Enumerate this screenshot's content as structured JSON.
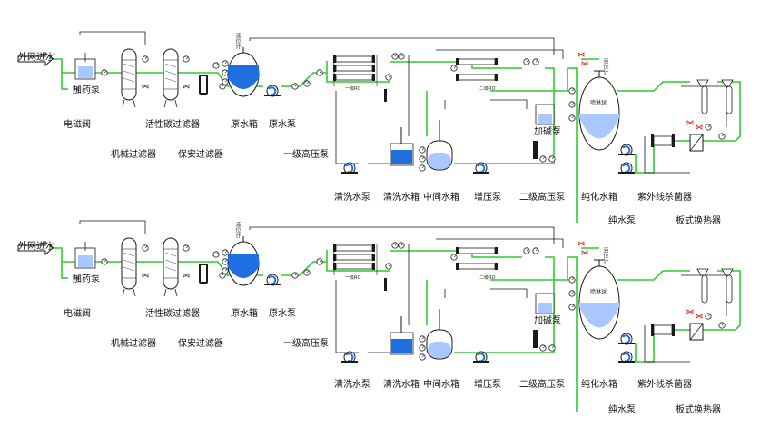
{
  "colors": {
    "pipe_green": "#2ecc2e",
    "line_black": "#1a1a1a",
    "water_blue": "#1f6fe0",
    "water_light": "#a9c8ff",
    "valve_red": "#e02020"
  },
  "labels": {
    "inlet": "外网进水",
    "dosing_pump": "加药泵",
    "solenoid_valve": "电磁阀",
    "mechanical_filter": "机械过滤器",
    "carbon_filter": "活性碳过滤器",
    "security_filter": "保安过滤器",
    "raw_tank": "原水箱",
    "raw_pump": "原水泵",
    "hp_pump_1": "一级高压泵",
    "rinse_pump": "清洗水泵",
    "rinse_tank": "清洗水箱",
    "mid_tank": "中间水箱",
    "booster_pump": "增压泵",
    "hp_pump_2": "二级高压泵",
    "alkali_pump": "加碱泵",
    "pure_tank": "纯化水箱",
    "pure_pump": "纯水泵",
    "uv_sterilizer": "紫外线杀菌器",
    "plate_exchanger": "板式换热器",
    "ro1": "一级RO",
    "ro2": "二级RO",
    "level_meter": "液位计",
    "spray_ball": "喷淋球"
  }
}
